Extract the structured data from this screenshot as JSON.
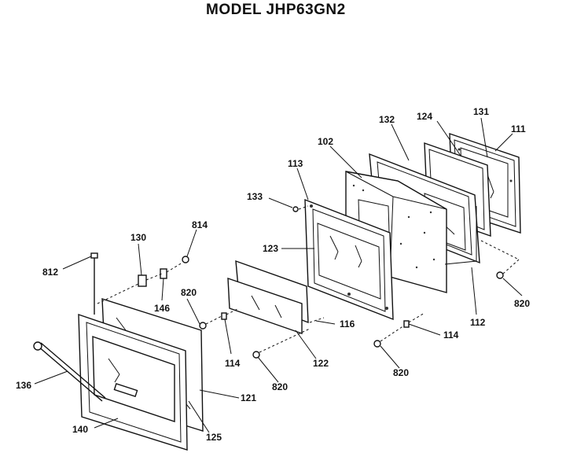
{
  "header": {
    "title": "MODEL JHP63GN2"
  },
  "labels": {
    "l131": "131",
    "l111": "111",
    "l132": "132",
    "l124": "124",
    "l102": "102",
    "l113": "113",
    "l133": "133",
    "l814": "814",
    "l130": "130",
    "l812": "812",
    "l123": "123",
    "l820a": "820",
    "l146": "146",
    "l820b": "820",
    "l112": "112",
    "l116": "116",
    "l114a": "114",
    "l114b": "114",
    "l122": "122",
    "l820c": "820",
    "l820d": "820",
    "l136": "136",
    "l121": "121",
    "l140": "140",
    "l125": "125"
  }
}
